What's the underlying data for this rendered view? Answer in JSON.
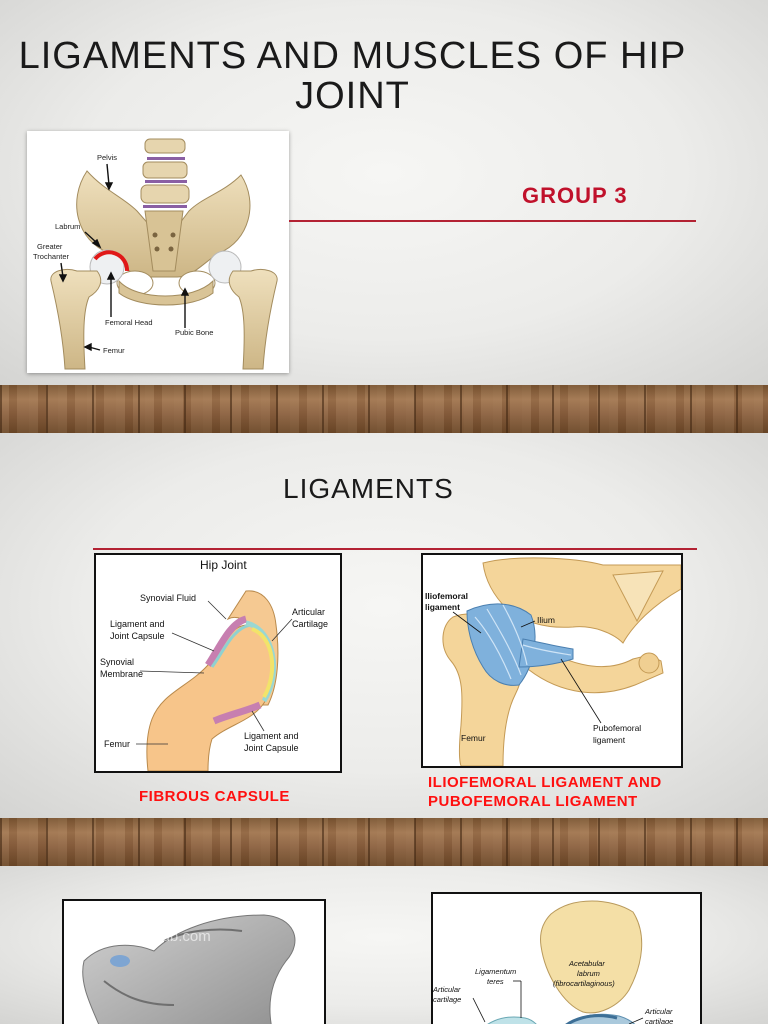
{
  "slide1": {
    "title": "LIGAMENTS AND MUSCLES OF HIP JOINT",
    "subtitle": "GROUP 3",
    "figure_labels": {
      "pelvis": "Pelvis",
      "labrum": "Labrum",
      "greater_trochanter_line1": "Greater",
      "greater_trochanter_line2": "Trochanter",
      "femoral_head": "Femoral Head",
      "pubic_bone": "Pubic Bone",
      "femur": "Femur"
    }
  },
  "slide2": {
    "title": "LIGAMENTS",
    "caption_left": "FIBROUS CAPSULE",
    "caption_right": "ILIOFEMORAL LIGAMENT AND PUBOFEMORAL LIGAMENT",
    "figure_left_labels": {
      "heading": "Hip Joint",
      "synovial_fluid": "Synovial Fluid",
      "ligament_capsule_line1": "Ligament and",
      "ligament_capsule_line2": "Joint Capsule",
      "articular_line1": "Articular",
      "articular_line2": "Cartilage",
      "synovial_membrane_line1": "Synovial",
      "synovial_membrane_line2": "Membrane",
      "femur": "Femur",
      "ligament_capsule2_line1": "Ligament and",
      "ligament_capsule2_line2": "Joint Capsule"
    },
    "figure_right_labels": {
      "iliofemoral_line1": "Iliofemoral",
      "iliofemoral_line2": "ligament",
      "ilium": "Ilium",
      "pubofemoral_line1": "Pubofemoral",
      "pubofemoral_line2": "ligament",
      "femur": "Femur"
    }
  },
  "slide3": {
    "watermark": "© www.kenhub.com",
    "figure_right_labels": {
      "acetabular_line1": "Acetabular",
      "acetabular_line2": "labrum",
      "acetabular_line3": "(fibrocartilaginous)",
      "teres_line1": "Ligamentum",
      "teres_line2": "teres",
      "articular_left_line1": "Articular",
      "articular_left_line2": "cartilage",
      "articular_right_line1": "Articular",
      "articular_right_line2": "cartilage"
    }
  }
}
